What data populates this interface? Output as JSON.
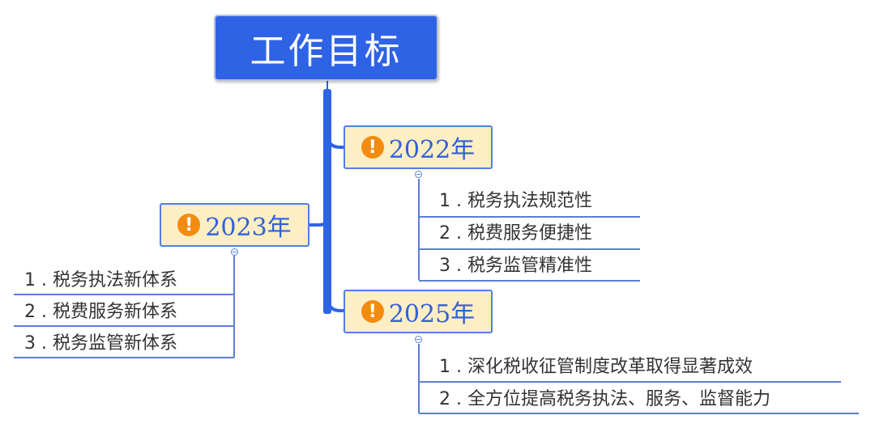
{
  "root": {
    "title": "工作目标"
  },
  "branches": [
    {
      "year": "2022年",
      "items": [
        "1 . 税务执法规范性",
        "2 . 税费服务便捷性",
        "3 . 税务监管精准性"
      ]
    },
    {
      "year": "2023年",
      "items": [
        "1 . 税务执法新体系",
        "2 . 税费服务新体系",
        "3 . 税务监管新体系"
      ]
    },
    {
      "year": "2025年",
      "items": [
        "1 .  深化税收征管制度改革取得显著成效",
        "2 .  全方位提高税务执法、服务、监督能力"
      ]
    }
  ],
  "icons": {
    "branch_marker": "exclamation-icon"
  },
  "colors": {
    "root_fill": "#2f63e6",
    "connector": "#2f63e6",
    "year_fill": "#fdeec4",
    "year_border": "#4e7fe3",
    "year_text": "#3160d8",
    "marker": "#f48b11",
    "underline": "#5b7fd6"
  }
}
